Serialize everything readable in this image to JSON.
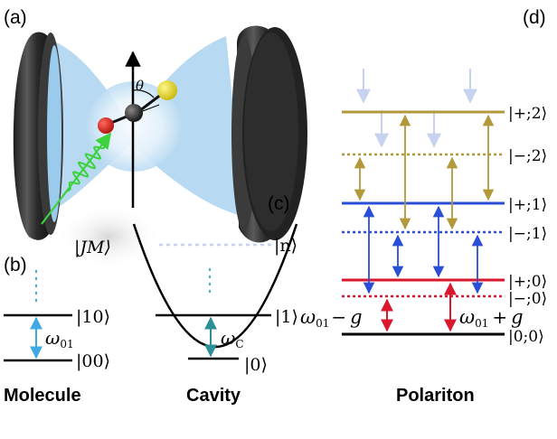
{
  "panels": {
    "a": "(a)",
    "b": "(b)",
    "c": "(c)",
    "d": "(d)"
  },
  "setup": {
    "angle_symbol": "θ"
  },
  "molecule": {
    "caption": "Molecule",
    "top_state": "|JM⟩",
    "levels": {
      "upper": "|10⟩",
      "lower": "|00⟩"
    },
    "transition": {
      "symbol": "ω",
      "subscript": "01"
    }
  },
  "cavity": {
    "caption": "Cavity",
    "levels": {
      "n": "|n⟩",
      "one": "|1⟩",
      "zero": "|0⟩"
    },
    "transition": {
      "symbol": "ω",
      "subscript": "C"
    }
  },
  "polariton": {
    "caption": "Polariton",
    "levels": [
      "|+;2⟩",
      "|−;2⟩",
      "|+;1⟩",
      "|−;1⟩",
      "|+;0⟩",
      "|−;0⟩",
      "|0;0⟩"
    ],
    "left_transition": {
      "symbol": "ω",
      "subscript": "01",
      "op": "−",
      "g": "g"
    },
    "right_transition": {
      "symbol": "ω",
      "subscript": "01",
      "op": "+",
      "g": "g"
    }
  },
  "colors": {
    "blue": "#2a4fd6",
    "red": "#d9182e",
    "olive": "#b29a3a",
    "teal": "#2c8f97",
    "lightblue": "#3fa9e6",
    "pale": "#c7d3ee",
    "green": "#3cd23c"
  }
}
